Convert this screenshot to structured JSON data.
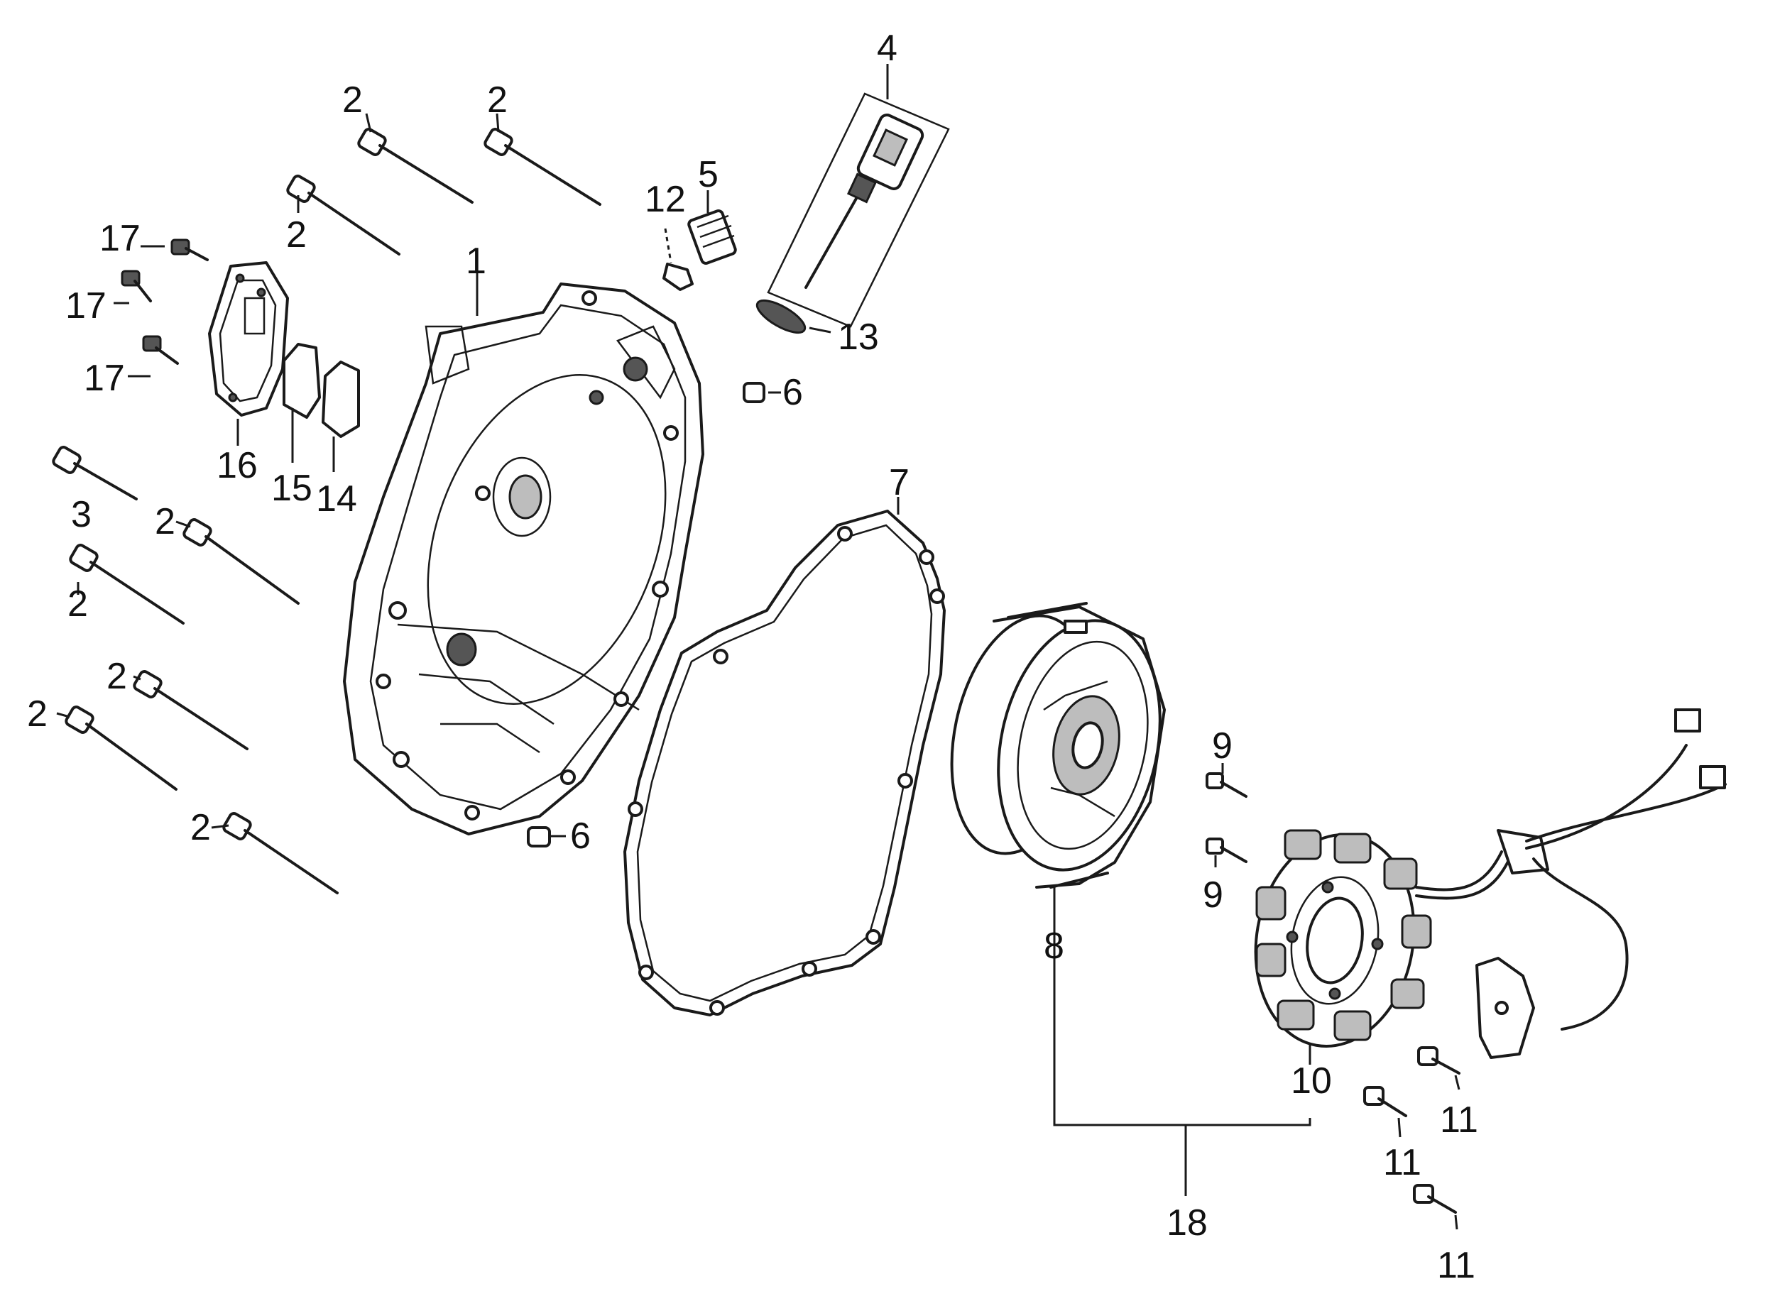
{
  "callouts": [
    {
      "id": "c1",
      "text": "1"
    },
    {
      "id": "c2a",
      "text": "2"
    },
    {
      "id": "c2b",
      "text": "2"
    },
    {
      "id": "c2c",
      "text": "2"
    },
    {
      "id": "c2d",
      "text": "2"
    },
    {
      "id": "c2e",
      "text": "2"
    },
    {
      "id": "c2f",
      "text": "2"
    },
    {
      "id": "c2g",
      "text": "2"
    },
    {
      "id": "c2h",
      "text": "2"
    },
    {
      "id": "c3",
      "text": "3"
    },
    {
      "id": "c4",
      "text": "4"
    },
    {
      "id": "c5",
      "text": "5"
    },
    {
      "id": "c6a",
      "text": "6"
    },
    {
      "id": "c6b",
      "text": "6"
    },
    {
      "id": "c7",
      "text": "7"
    },
    {
      "id": "c8",
      "text": "8"
    },
    {
      "id": "c9a",
      "text": "9"
    },
    {
      "id": "c9b",
      "text": "9"
    },
    {
      "id": "c10",
      "text": "10"
    },
    {
      "id": "c11a",
      "text": "11"
    },
    {
      "id": "c11b",
      "text": "11"
    },
    {
      "id": "c11c",
      "text": "11"
    },
    {
      "id": "c12",
      "text": "12"
    },
    {
      "id": "c13",
      "text": "13"
    },
    {
      "id": "c14",
      "text": "14"
    },
    {
      "id": "c15",
      "text": "15"
    },
    {
      "id": "c16",
      "text": "16"
    },
    {
      "id": "c17a",
      "text": "17"
    },
    {
      "id": "c17b",
      "text": "17"
    },
    {
      "id": "c17c",
      "text": "17"
    },
    {
      "id": "c18",
      "text": "18"
    }
  ]
}
